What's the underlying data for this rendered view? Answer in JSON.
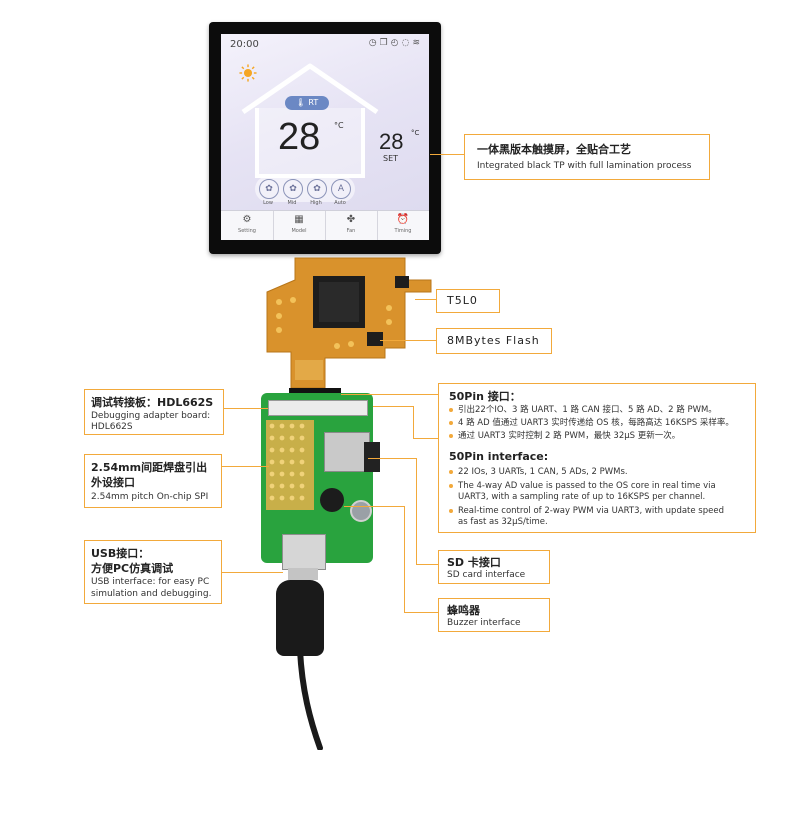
{
  "screen": {
    "status_time": "20:00",
    "rt_label": "RT",
    "rt_value": "28",
    "rt_unit": "°C",
    "set_value": "28",
    "set_unit": "°C",
    "set_label": "SET",
    "fan_modes": [
      "Low",
      "Mid",
      "High",
      "Auto"
    ],
    "fan_auto_glyph": "A",
    "tabs": [
      "Setting",
      "Model",
      "Fan",
      "Timing"
    ]
  },
  "callouts": {
    "touch": {
      "cn": "一体黑版本触摸屏，全贴合工艺",
      "en": "Integrated black TP with full lamination process"
    },
    "chip": {
      "label": "T5L0"
    },
    "flash": {
      "label": "8MBytes Flash"
    },
    "adapter": {
      "cn": "调试转接板：HDL662S",
      "en1": "Debugging adapter board:",
      "en2": "HDL662S"
    },
    "pitch": {
      "cn1": "2.54mm间距焊盘引出",
      "cn2": "外设接口",
      "en": "2.54mm pitch On-chip SPI"
    },
    "usb": {
      "cn1": "USB接口：",
      "cn2": "方便PC仿真调试",
      "en1": "USB interface: for easy PC",
      "en2": "simulation and debugging."
    },
    "pin50": {
      "cn_title": "50Pin 接口：",
      "cn_items": [
        "引出22个IO、3 路 UART、1 路 CAN 接口、5 路 AD、2 路 PWM。",
        "4 路 AD 值通过 UART3 实时传递给 OS 核，每路高达 16KSPS 采样率。",
        "通过 UART3 实时控制 2 路 PWM，最快 32μS 更新一次。"
      ],
      "en_title": "50Pin interface:",
      "en_items": [
        "22 IOs, 3 UARTs, 1 CAN, 5 ADs, 2 PWMs.",
        "The 4-way AD value is passed to the OS core in real time via",
        "UART3, with a sampling rate of up to 16KSPS per channel.",
        "Real-time control of 2-way PWM via UART3, with update speed",
        "as fast as 32μS/time."
      ]
    },
    "sd": {
      "cn": "SD 卡接口",
      "en": "SD card interface"
    },
    "buzzer": {
      "cn": "蜂鸣器",
      "en": "Buzzer interface"
    }
  },
  "colors": {
    "accent": "#f2a93b",
    "fpc": "#d9922c",
    "pcb": "#29a33e"
  }
}
